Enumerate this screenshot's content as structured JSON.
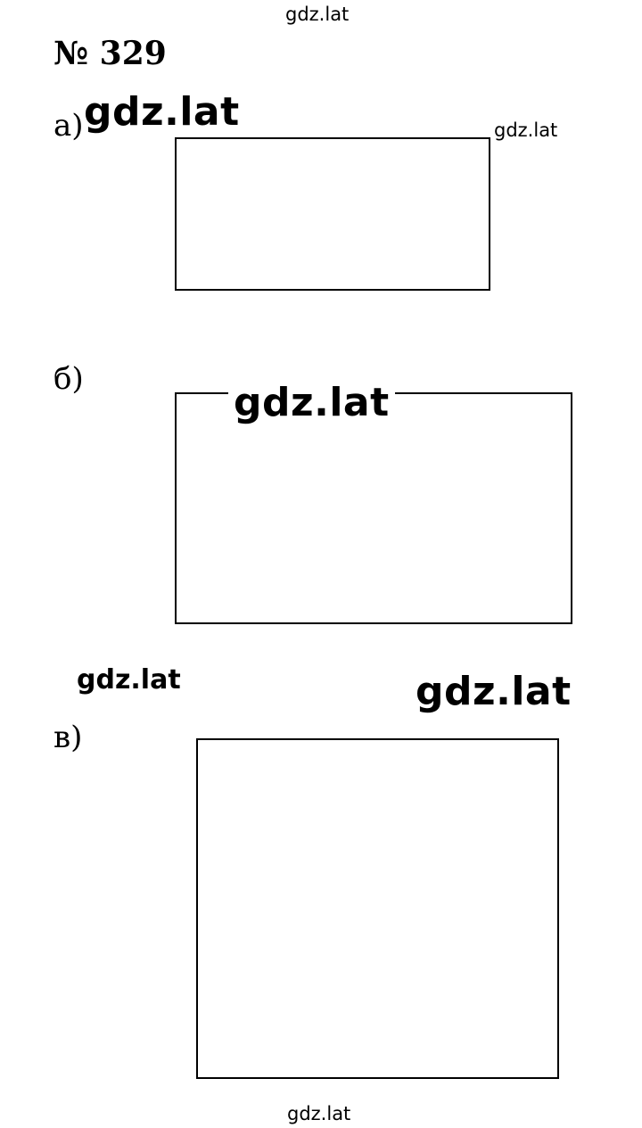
{
  "watermarks": {
    "top": "gdz.lat",
    "a_big": "gdz.lat",
    "a_small": "gdz.lat",
    "b_big": "gdz.lat",
    "mid_left": "gdz.lat",
    "mid_right": "gdz.lat",
    "bottom": "gdz.lat"
  },
  "problem": {
    "number": "№ 329"
  },
  "parts": {
    "a": {
      "label": "а)"
    },
    "b": {
      "label": "б)"
    },
    "c": {
      "label": "в)"
    }
  }
}
